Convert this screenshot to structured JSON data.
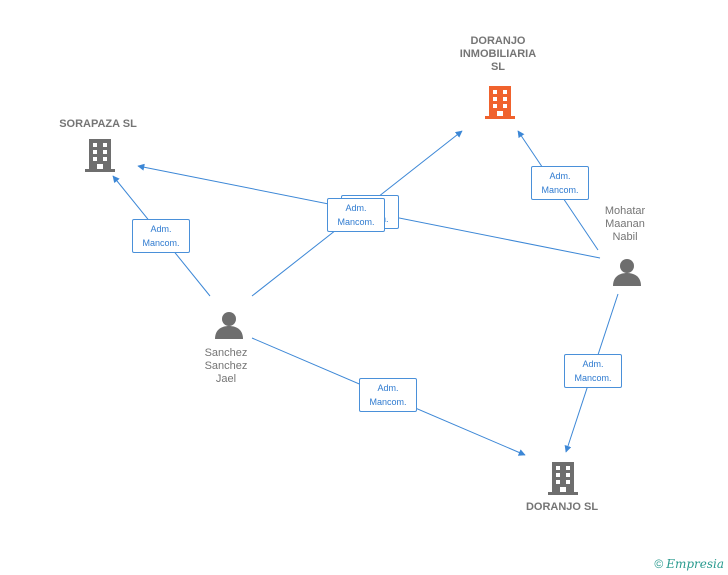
{
  "nodes": {
    "doranjo_inmobiliaria": {
      "label": "DORANJO\nINMOBILIARIA\nSL",
      "type": "company",
      "color": "#f0622d"
    },
    "sorapaza": {
      "label": "SORAPAZA  SL",
      "type": "company",
      "color": "#6e6e6e"
    },
    "doranjo": {
      "label": "DORANJO SL",
      "type": "company",
      "color": "#6e6e6e"
    },
    "sanchez": {
      "label": "Sanchez\nSanchez\nJael",
      "type": "person",
      "color": "#6e6e6e"
    },
    "mohatar": {
      "label": "Mohatar\nMaanan\nNabil",
      "type": "person",
      "color": "#6e6e6e"
    }
  },
  "relations": {
    "label": "Adm.\nMancom."
  },
  "colors": {
    "edge": "#3c87d6",
    "accent_company": "#f0622d",
    "neutral": "#6e6e6e"
  },
  "brand": {
    "copyright": "©",
    "name": "Empresia"
  }
}
